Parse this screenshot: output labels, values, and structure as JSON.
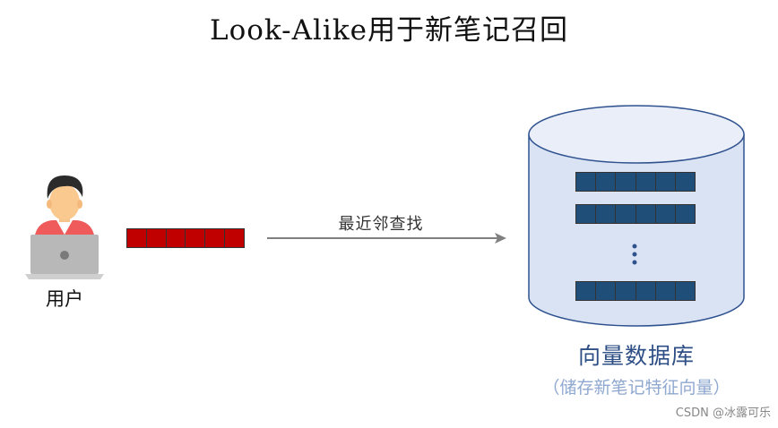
{
  "title": "Look-Alike用于新笔记召回",
  "user": {
    "label": "用户"
  },
  "edge": {
    "label": "最近邻查找"
  },
  "database": {
    "label": "向量数据库",
    "sublabel": "（储存新笔记特征向量）"
  },
  "watermark": "CSDN @冰露可乐",
  "colors": {
    "query_vector": "#c00000",
    "db_vector": "#1f4e79",
    "cylinder_fill": "#dae3f3",
    "cylinder_stroke": "#2f528f",
    "label_blue": "#2e4f86",
    "sublabel_blue": "#8fa8d0"
  },
  "icons": {
    "user": "person-with-laptop-icon",
    "ellipsis": "vertical-ellipsis-icon"
  }
}
